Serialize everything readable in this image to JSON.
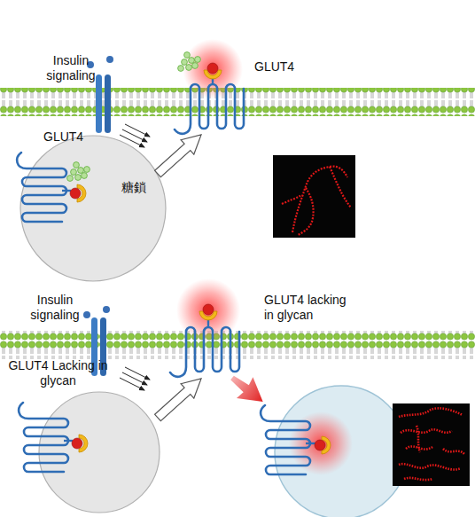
{
  "diagram": {
    "labels": [
      "Insulin signaling",
      "GLUT4",
      "GLUT4",
      "糖鎖",
      "Insulin signaling",
      "GLUT4 lacking in glycan",
      "GLUT4 Lacking in glycan"
    ]
  }
}
